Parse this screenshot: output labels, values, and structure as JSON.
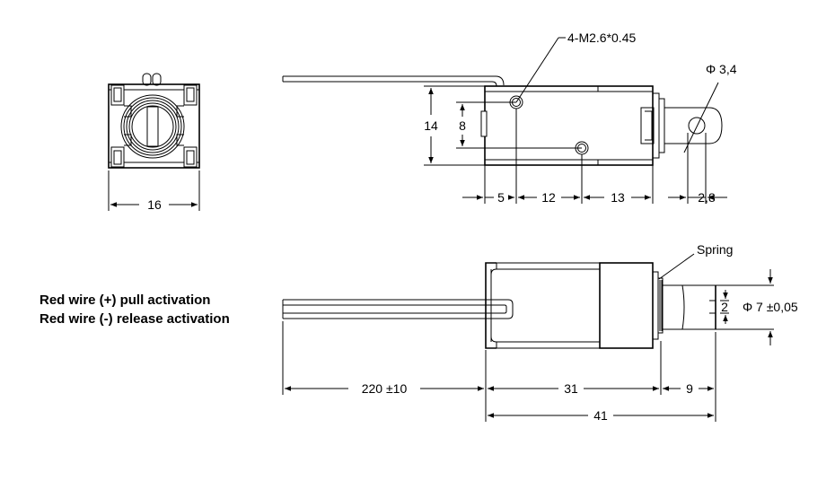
{
  "notes": {
    "line1": "Red wire (+) pull activation",
    "line2": "Red wire (-) release activation"
  },
  "labels": {
    "thread": "4-M2.6*0.45",
    "hole_dia": "Φ 3,4",
    "spring": "Spring",
    "plunger_dia": "Φ 7 ±0,05"
  },
  "dimensions": {
    "end_width": "16",
    "height_outer": "14",
    "height_inner": "8",
    "pos_a": "5",
    "pos_b": "12",
    "pos_c": "13",
    "pos_d": "2,8",
    "wire_length": "220 ±10",
    "body_length": "31",
    "plunger_ext": "9",
    "total_length": "41",
    "plunger_slot": "2"
  }
}
